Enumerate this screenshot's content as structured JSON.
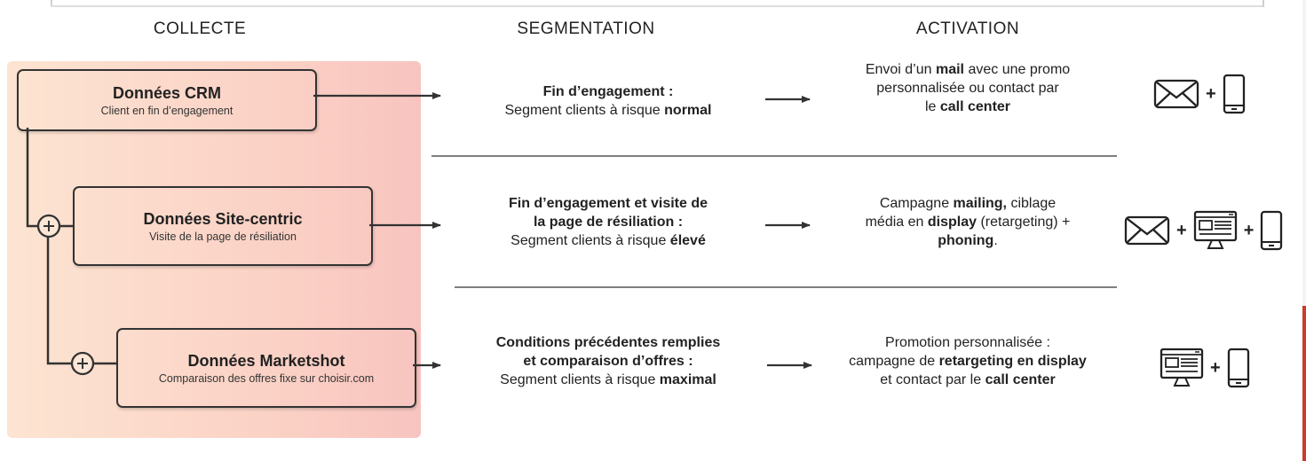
{
  "headers": {
    "collecte": "COLLECTE",
    "segmentation": "SEGMENTATION",
    "activation": "ACTIVATION"
  },
  "sources": [
    {
      "title": "Données CRM",
      "subtitle": "Client en fin d’engagement"
    },
    {
      "title": "Données Site-centric",
      "subtitle": "Visite de la page de résiliation"
    },
    {
      "title": "Données  Marketshot",
      "subtitle": "Comparaison des offres fixe sur choisir.com"
    }
  ],
  "segments": [
    {
      "line1": "Fin d’engagement :",
      "line2_prefix": "Segment clients à risque ",
      "line2_bold": "normal"
    },
    {
      "line1": "Fin d’engagement et visite de",
      "line2": "la page de résiliation :",
      "line3_prefix": "Segment clients à risque ",
      "line3_bold": "élevé"
    },
    {
      "line1": "Conditions précédentes remplies",
      "line2": "et comparaison d’offres :",
      "line3_prefix": "Segment clients à risque ",
      "line3_bold": "maximal"
    }
  ],
  "activations": [
    {
      "l1_prefix": "Envoi d’un ",
      "l1_bold": "mail",
      "l1_suffix": " avec une promo",
      "l2": "personnalisée ou contact par",
      "l3_prefix": "le ",
      "l3_bold": "call center"
    },
    {
      "l1_prefix": "Campagne ",
      "l1_bold": "mailing,",
      "l1_suffix": " ciblage",
      "l2_prefix": "média en ",
      "l2_bold": "display",
      "l2_suffix": " (retargeting) +",
      "l3_bold": "phoning",
      "l3_suffix": "."
    },
    {
      "l1": "Promotion personnalisée :",
      "l2_prefix": "campagne de ",
      "l2_bold": "retargeting en display",
      "l3_prefix": "et contact par le ",
      "l3_bold": "call center"
    }
  ],
  "channel_icons": [
    [
      "envelope-icon",
      "phone-icon"
    ],
    [
      "envelope-icon",
      "monitor-icon",
      "phone-icon"
    ],
    [
      "monitor-icon",
      "phone-icon"
    ]
  ],
  "plus": "+",
  "colors": {
    "panel_start": "#fde4d2",
    "panel_end": "#f8c4bf",
    "stroke": "#333333",
    "accent_edge": "#cc3a2a"
  }
}
